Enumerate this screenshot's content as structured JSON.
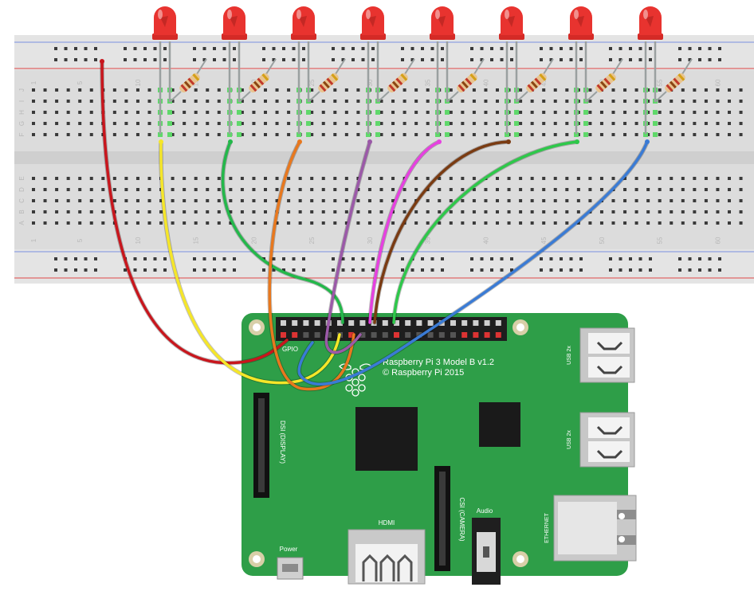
{
  "breadboard": {
    "column_numbers_top": [
      "5",
      "10",
      "15",
      "20",
      "25",
      "30",
      "35",
      "40",
      "45",
      "50",
      "55",
      "60"
    ],
    "column_numbers_bottom": [
      "5",
      "10",
      "15",
      "20",
      "25",
      "30",
      "35",
      "40",
      "45",
      "50",
      "55",
      "60"
    ],
    "row_letters_top": [
      "J",
      "I",
      "H",
      "G",
      "F"
    ],
    "row_letters_bottom": [
      "E",
      "D",
      "C",
      "B",
      "A"
    ],
    "first_row_number": "1"
  },
  "leds": {
    "count": 8,
    "color": "#e8332f"
  },
  "wires": [
    {
      "color": "#c8161d"
    },
    {
      "color": "#f5e629"
    },
    {
      "color": "#23b84a"
    },
    {
      "color": "#e8781e"
    },
    {
      "color": "#9b59a8"
    },
    {
      "color": "#e640e0"
    },
    {
      "color": "#7a3b12"
    },
    {
      "color": "#2ec84a"
    },
    {
      "color": "#3a7bd5"
    }
  ],
  "pi": {
    "board_color": "#2e9e48",
    "model_line1": "Raspberry Pi 3 Model B v1.2",
    "model_line2": "© Raspberry Pi 2015",
    "gpio_label": "GPIO",
    "usb_label_1": "USB 2x",
    "usb_label_2": "USB 2x",
    "ethernet_label": "ETHERNET",
    "dsi_label": "DSI (DISPLAY)",
    "csi_label": "CSI (CAMERA)",
    "hdmi_label": "HDMI",
    "audio_label": "Audio",
    "power_label": "Power"
  }
}
